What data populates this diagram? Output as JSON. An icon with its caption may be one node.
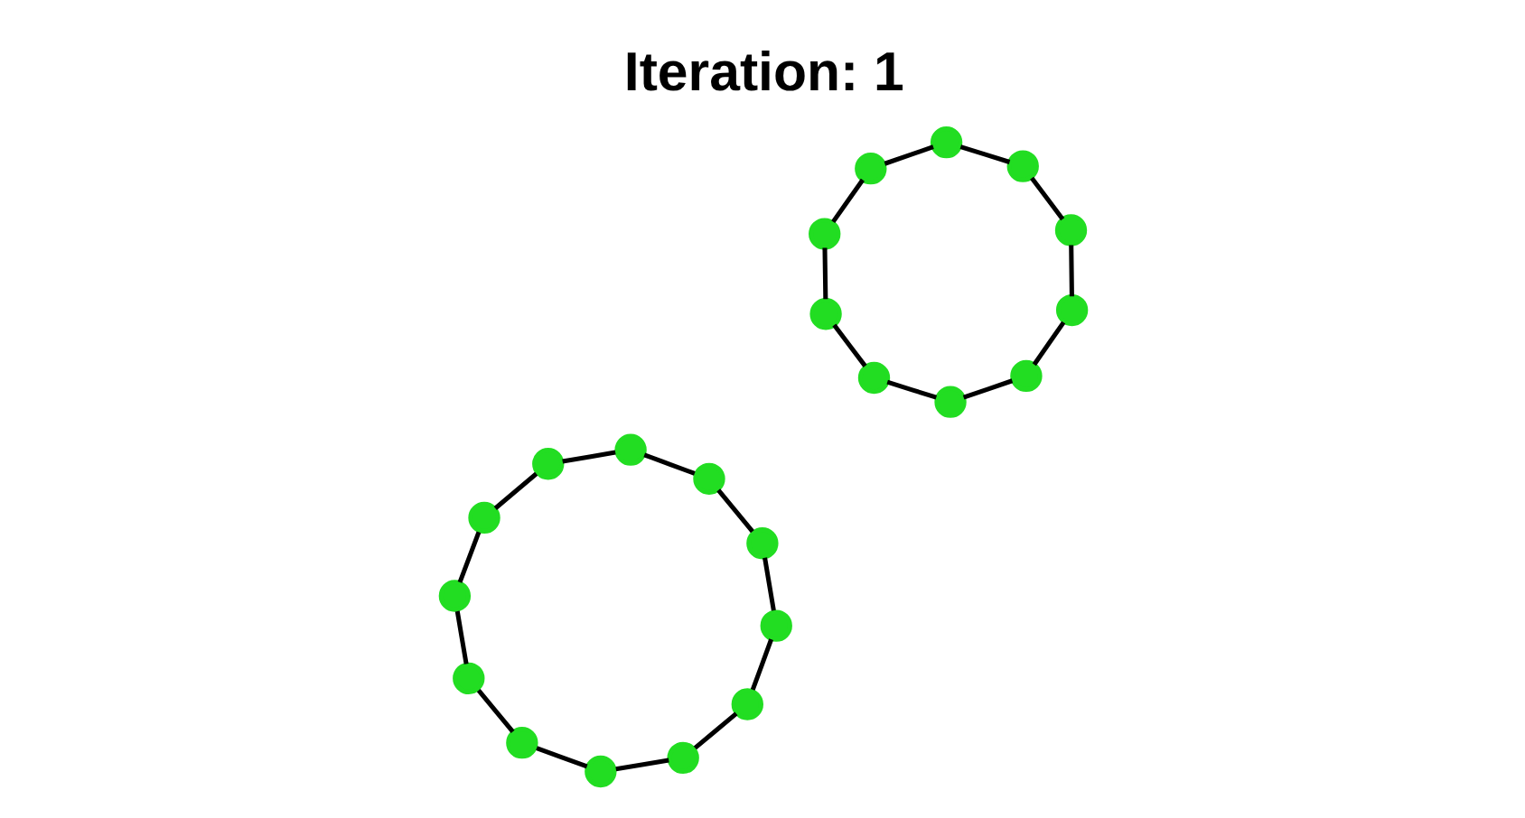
{
  "diagram": {
    "title": "Iteration: 1",
    "nodes": [
      {
        "text": [],
        "shape": "circle"
      },
      {
        "text": [],
        "shape": "circle"
      },
      {
        "text": [],
        "shape": "circle"
      },
      {
        "text": [],
        "shape": "circle"
      },
      {
        "text": [],
        "shape": "circle"
      },
      {
        "text": [],
        "shape": "circle"
      },
      {
        "text": [],
        "shape": "circle"
      },
      {
        "text": [],
        "shape": "circle"
      },
      {
        "text": [],
        "shape": "circle"
      },
      {
        "text": [],
        "shape": "circle"
      },
      {
        "text": [],
        "shape": "circle"
      },
      {
        "text": [],
        "shape": "circle"
      },
      {
        "text": [],
        "shape": "circle"
      },
      {
        "text": [],
        "shape": "circle"
      },
      {
        "text": [],
        "shape": "circle"
      },
      {
        "text": [],
        "shape": "circle"
      },
      {
        "text": [],
        "shape": "circle"
      },
      {
        "text": [],
        "shape": "circle"
      },
      {
        "text": [],
        "shape": "circle"
      },
      {
        "text": [],
        "shape": "circle"
      },
      {
        "text": [],
        "shape": "circle"
      },
      {
        "text": [],
        "shape": "circle"
      }
    ],
    "edges": [
      {
        "from": 0,
        "to": 1,
        "arrow": "none"
      },
      {
        "from": 1,
        "to": 2,
        "arrow": "none"
      },
      {
        "from": 2,
        "to": 3,
        "arrow": "none"
      },
      {
        "from": 3,
        "to": 4,
        "arrow": "none"
      },
      {
        "from": 4,
        "to": 5,
        "arrow": "none"
      },
      {
        "from": 5,
        "to": 6,
        "arrow": "none"
      },
      {
        "from": 6,
        "to": 7,
        "arrow": "none"
      },
      {
        "from": 7,
        "to": 8,
        "arrow": "none"
      },
      {
        "from": 8,
        "to": 9,
        "arrow": "none"
      },
      {
        "from": 9,
        "to": 0,
        "arrow": "none"
      },
      {
        "from": 10,
        "to": 11,
        "arrow": "none"
      },
      {
        "from": 11,
        "to": 12,
        "arrow": "none"
      },
      {
        "from": 12,
        "to": 13,
        "arrow": "none"
      },
      {
        "from": 13,
        "to": 14,
        "arrow": "none"
      },
      {
        "from": 14,
        "to": 15,
        "arrow": "none"
      },
      {
        "from": 15,
        "to": 16,
        "arrow": "none"
      },
      {
        "from": 16,
        "to": 17,
        "arrow": "none"
      },
      {
        "from": 17,
        "to": 18,
        "arrow": "none"
      },
      {
        "from": 18,
        "to": 19,
        "arrow": "none"
      },
      {
        "from": 19,
        "to": 20,
        "arrow": "none"
      },
      {
        "from": 20,
        "to": 21,
        "arrow": "none"
      },
      {
        "from": 21,
        "to": 10,
        "arrow": "none"
      }
    ]
  }
}
